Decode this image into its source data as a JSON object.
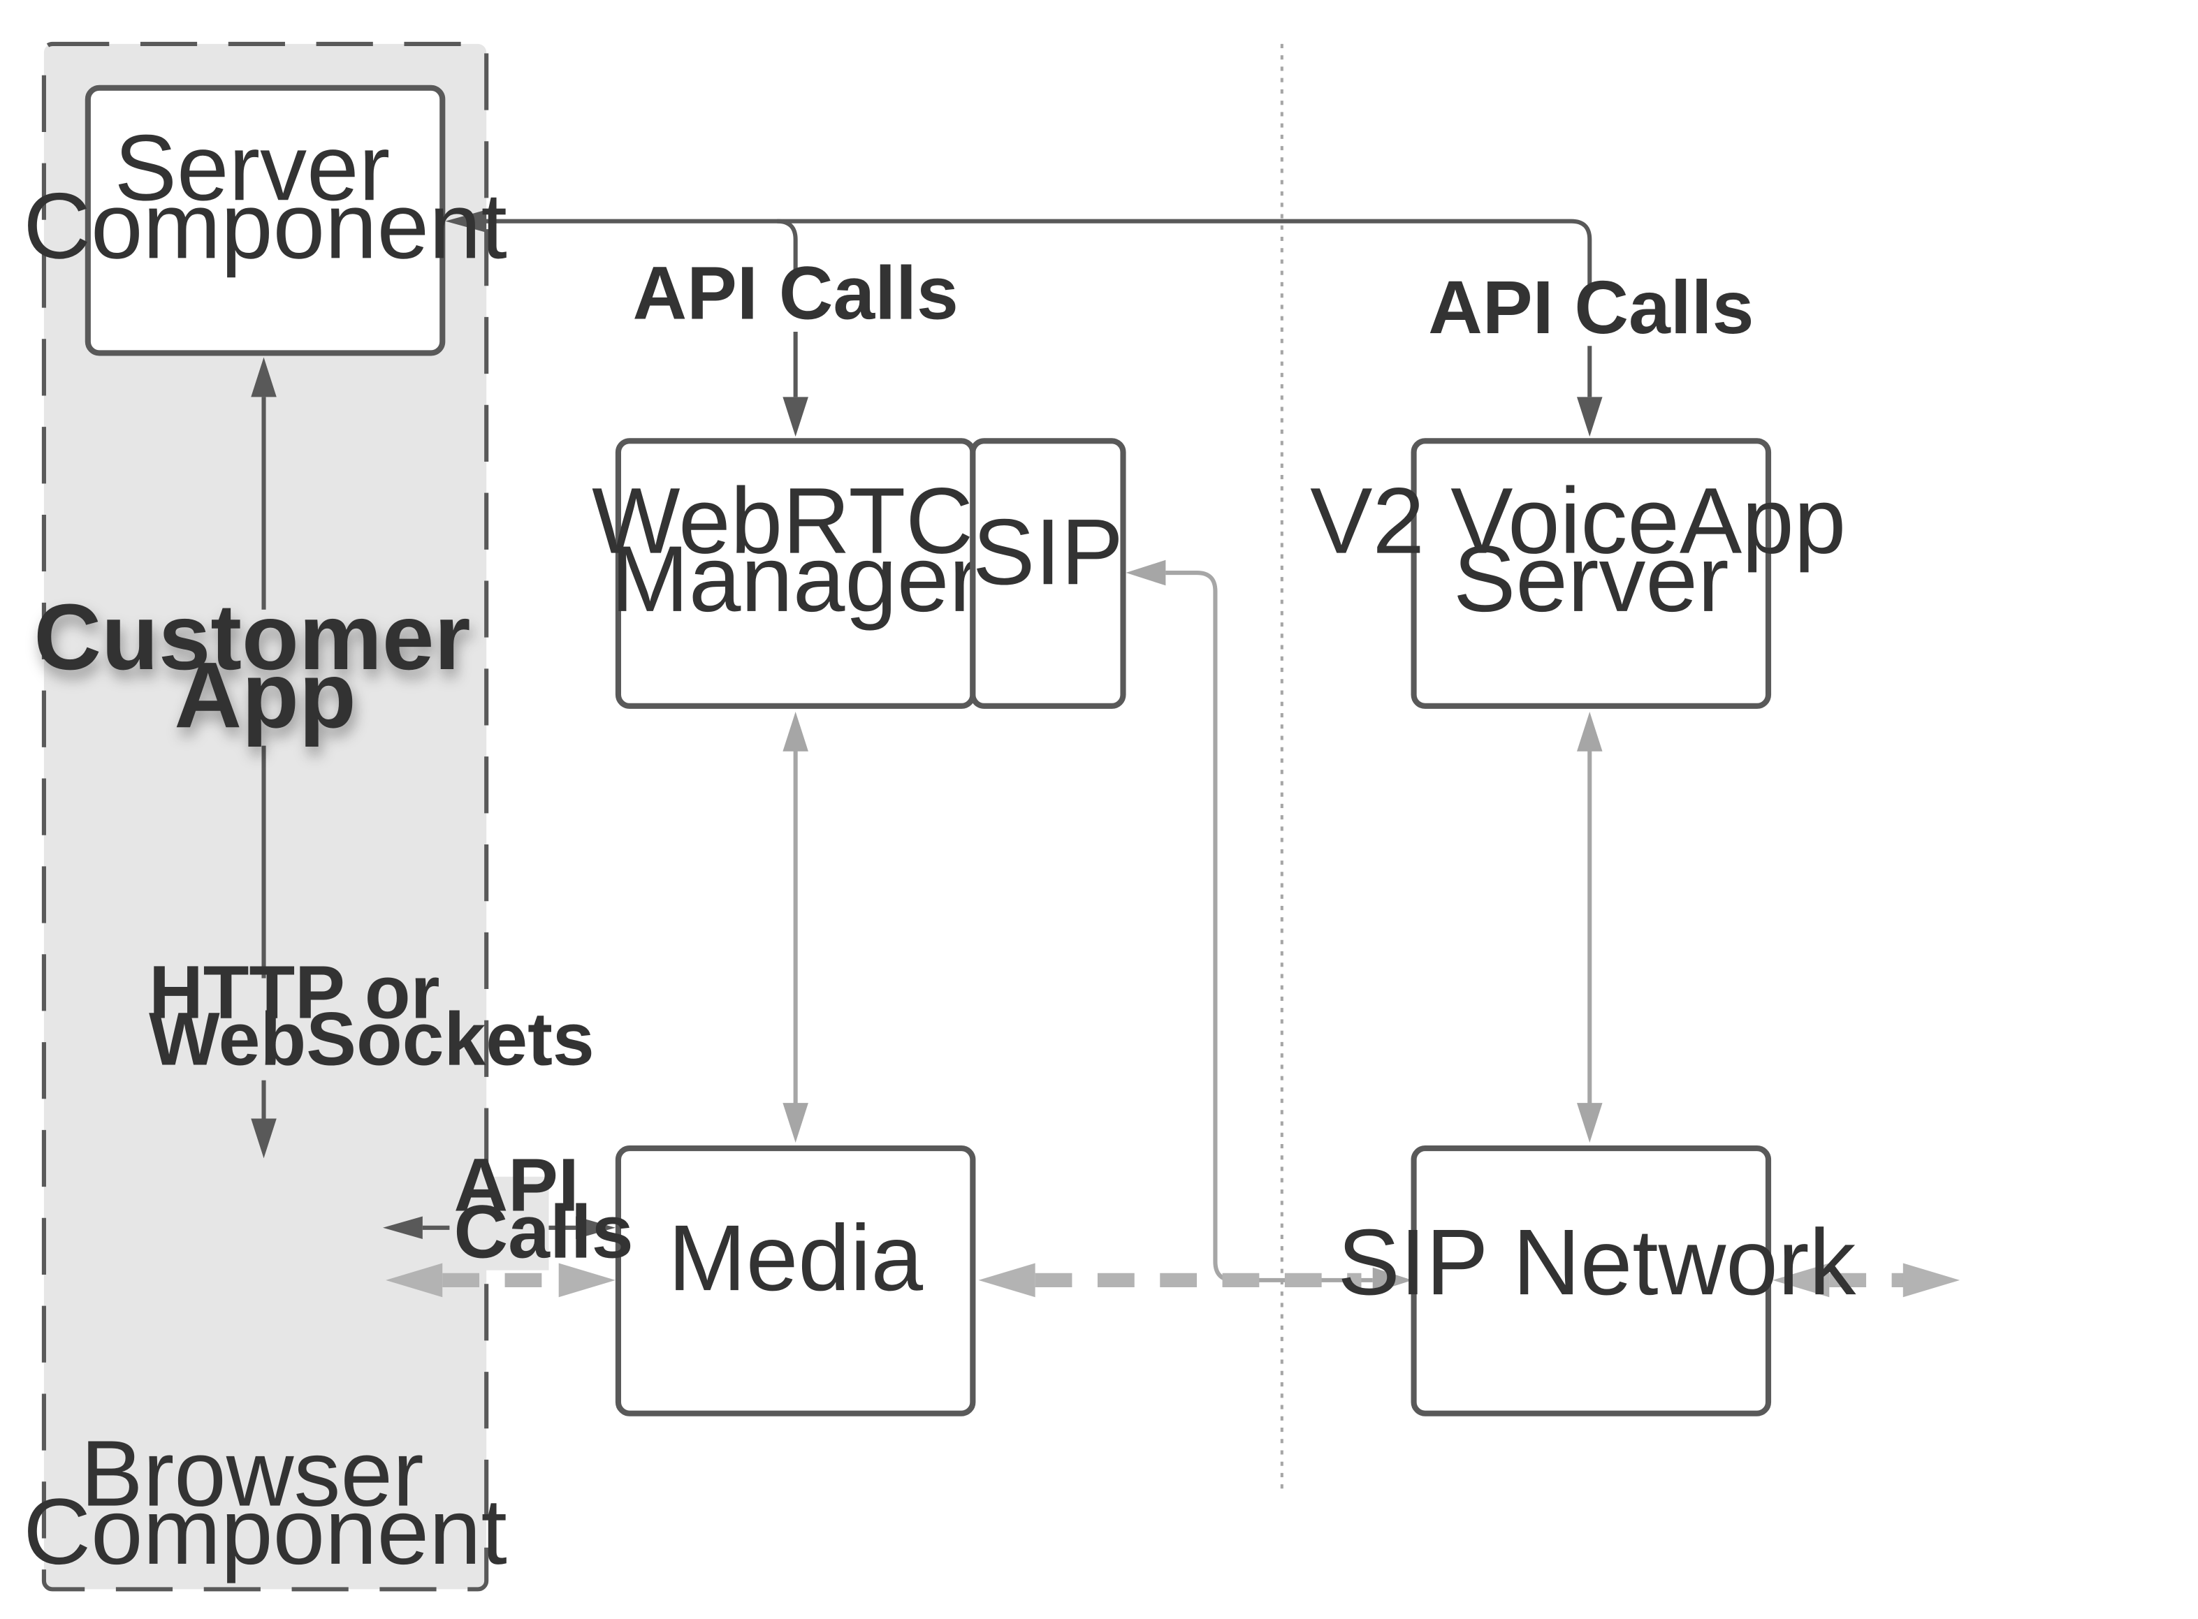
{
  "colors": {
    "box_stroke": "#595959",
    "arrow_dark": "#595959",
    "arrow_light": "#a6a6a6",
    "media_dash": "#b3b3b3",
    "group_fill": "#e6e6e6",
    "divider": "#a6a6a6"
  },
  "group": {
    "title": [
      "Customer",
      "App"
    ],
    "footer": [
      "Browser",
      "Component"
    ]
  },
  "boxes": {
    "server_component": [
      "Server",
      "Component"
    ],
    "webrtc_manager": [
      "WebRTC",
      "Manager"
    ],
    "sip": "SIP",
    "v2_voiceapp_server": [
      "V2 VoiceApp",
      "Server"
    ],
    "media": "Media",
    "sip_network": "SIP Network"
  },
  "edge_labels": {
    "api_calls_webrtc": "API Calls",
    "api_calls_v2": "API Calls",
    "http_websockets": [
      "HTTP or",
      "WebSockets"
    ],
    "api_calls_media": [
      "API",
      "Calls"
    ]
  }
}
